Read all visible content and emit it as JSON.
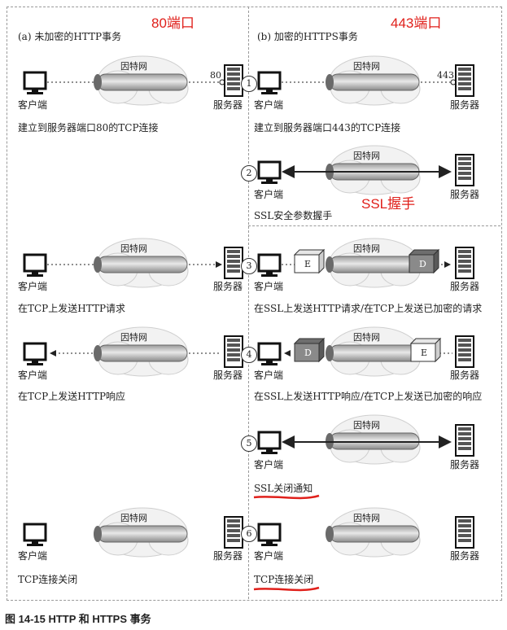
{
  "panels": {
    "left_title": "(a) 未加密的HTTP事务",
    "right_title": "(b) 加密的HTTPS事务"
  },
  "annotations": {
    "port80": "80端口",
    "port443": "443端口",
    "ssl_handshake": "SSL握手"
  },
  "labels": {
    "client": "客户端",
    "server": "服务器",
    "internet": "因特网",
    "port_80": "80",
    "port_443": "443"
  },
  "steps": {
    "s1_left": "建立到服务器端口80的TCP连接",
    "s1_right": "建立到服务器端口443的TCP连接",
    "s2_right": "SSL安全参数握手",
    "s3_left": "在TCP上发送HTTP请求",
    "s3_right": "在SSL上发送HTTP请求/在TCP上发送已加密的请求",
    "s4_left": "在TCP上发送HTTP响应",
    "s4_right": "在SSL上发送HTTP响应/在TCP上发送已加密的响应",
    "s5_right": "SSL关闭通知",
    "s6_left": "TCP连接关闭",
    "s6_right": "TCP连接关闭"
  },
  "step_numbers": [
    "1",
    "2",
    "3",
    "4",
    "5",
    "6"
  ],
  "packet_letters": {
    "encrypted": "E",
    "decrypted": "D"
  },
  "caption": "图 14-15   HTTP 和 HTTPS 事务",
  "colors": {
    "annotation_red": "#e0201b",
    "underline_red": "#e0201b"
  }
}
